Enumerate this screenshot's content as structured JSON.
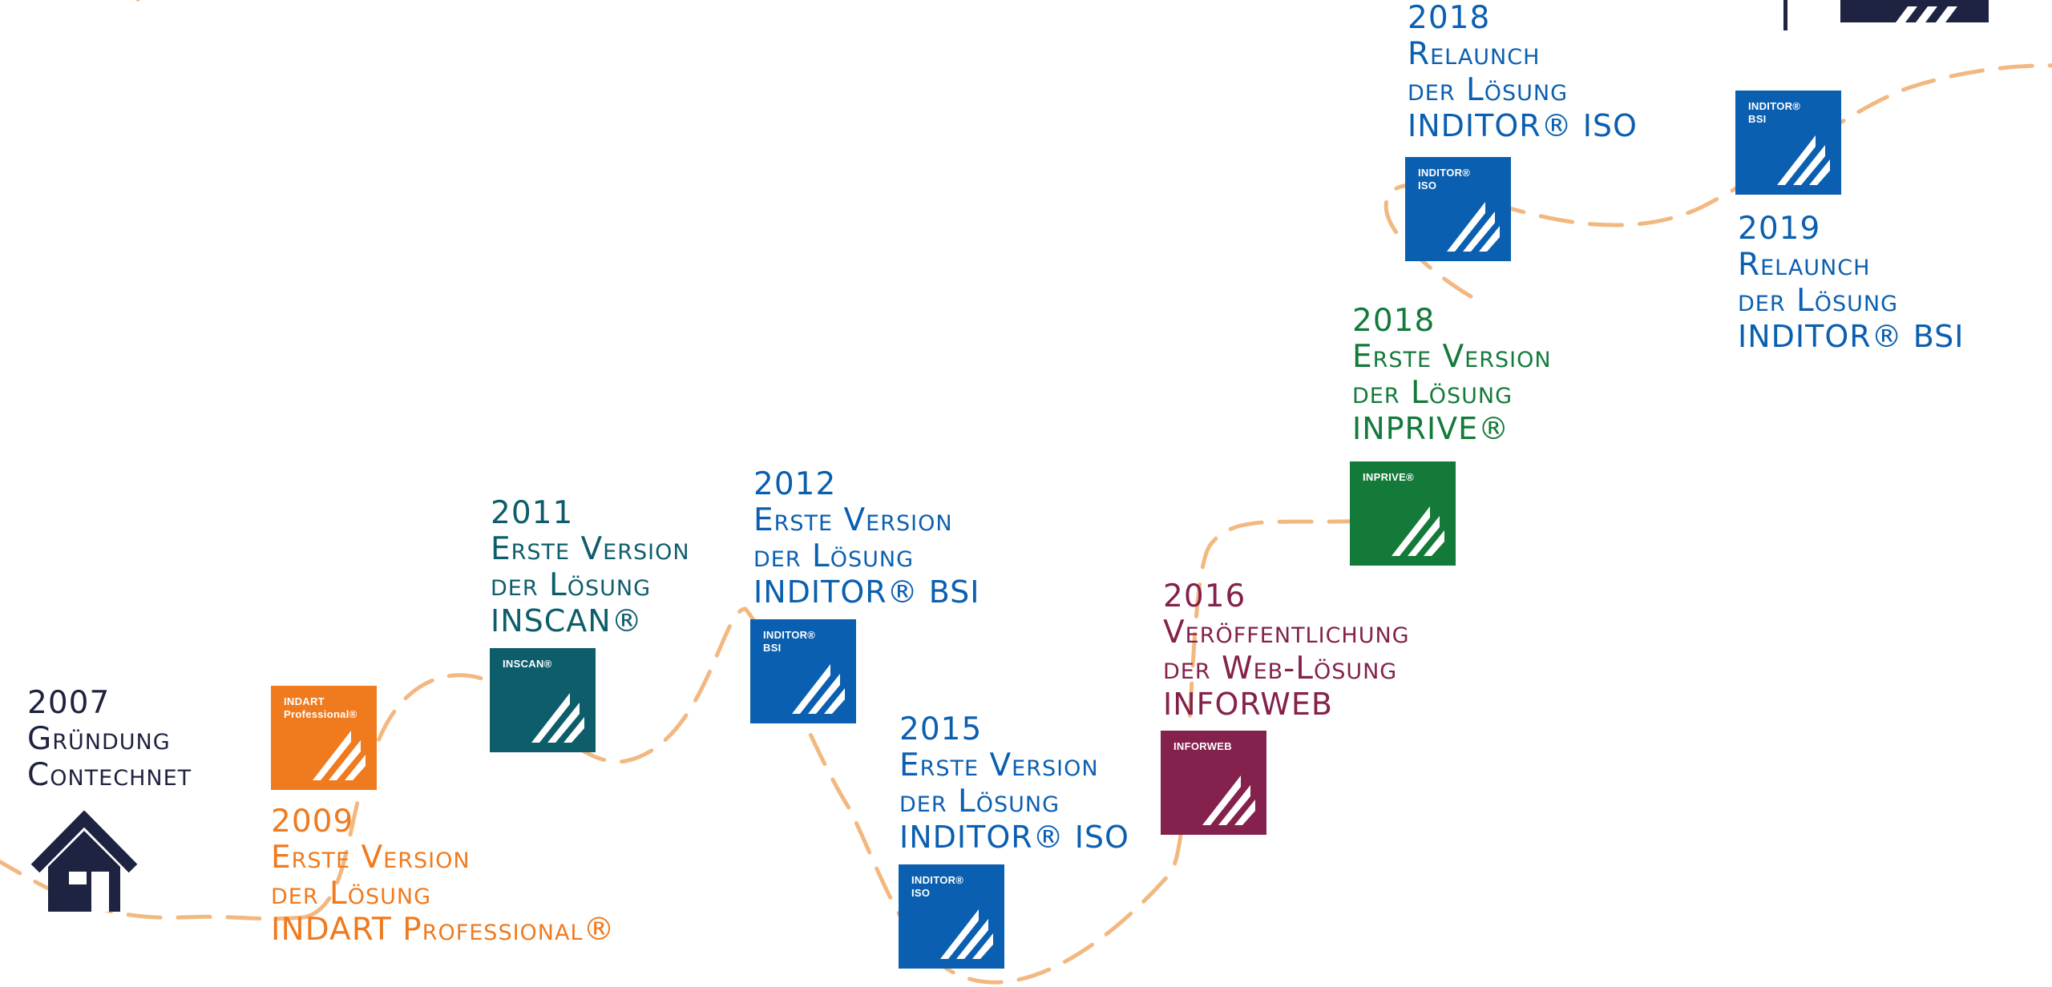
{
  "colors": {
    "dash": "#f2b880",
    "black": "#1d2340",
    "orange": "#f07a1e",
    "teal": "#0d5d6b",
    "blue": "#0b5fb0",
    "purple": "#84214c",
    "green": "#137a3a",
    "navy_text": "#0c4f8a"
  },
  "milestones": [
    {
      "year": "2007",
      "line1": "Gründung",
      "line2": "Contechnet",
      "icon": "house-icon"
    },
    {
      "year": "2009",
      "line1": "Erste Version",
      "line2": "der Lösung",
      "product": "INDART Professional®",
      "logo": "INDART\nProfessional®"
    },
    {
      "year": "2011",
      "line1": "Erste Version",
      "line2": "der Lösung",
      "product": "INSCAN®",
      "logo": "INSCAN®"
    },
    {
      "year": "2012",
      "line1": "Erste Version",
      "line2": "der Lösung",
      "product": "INDITOR® BSI",
      "logo": "INDITOR®\nBSI"
    },
    {
      "year": "2015",
      "line1": "Erste Version",
      "line2": "der Lösung",
      "product": "INDITOR® ISO",
      "logo": "INDITOR®\nISO"
    },
    {
      "year": "2016",
      "line1": "Veröffentlichung",
      "line2": "der Web-Lösung",
      "product": "INFORWEB",
      "logo": "INFORWEB"
    },
    {
      "year": "2018",
      "line1": "Erste Version",
      "line2": "der Lösung",
      "product": "INPRIVE®",
      "logo": "INPRIVE®"
    },
    {
      "year": "2018",
      "line1": "Relaunch",
      "line2": "der Lösung",
      "product": "INDITOR® ISO",
      "logo": "INDITOR®\nISO"
    },
    {
      "year": "2019",
      "line1": "Relaunch",
      "line2": "der Lösung",
      "product": "INDITOR® BSI",
      "logo": "INDITOR®\nBSI"
    }
  ]
}
